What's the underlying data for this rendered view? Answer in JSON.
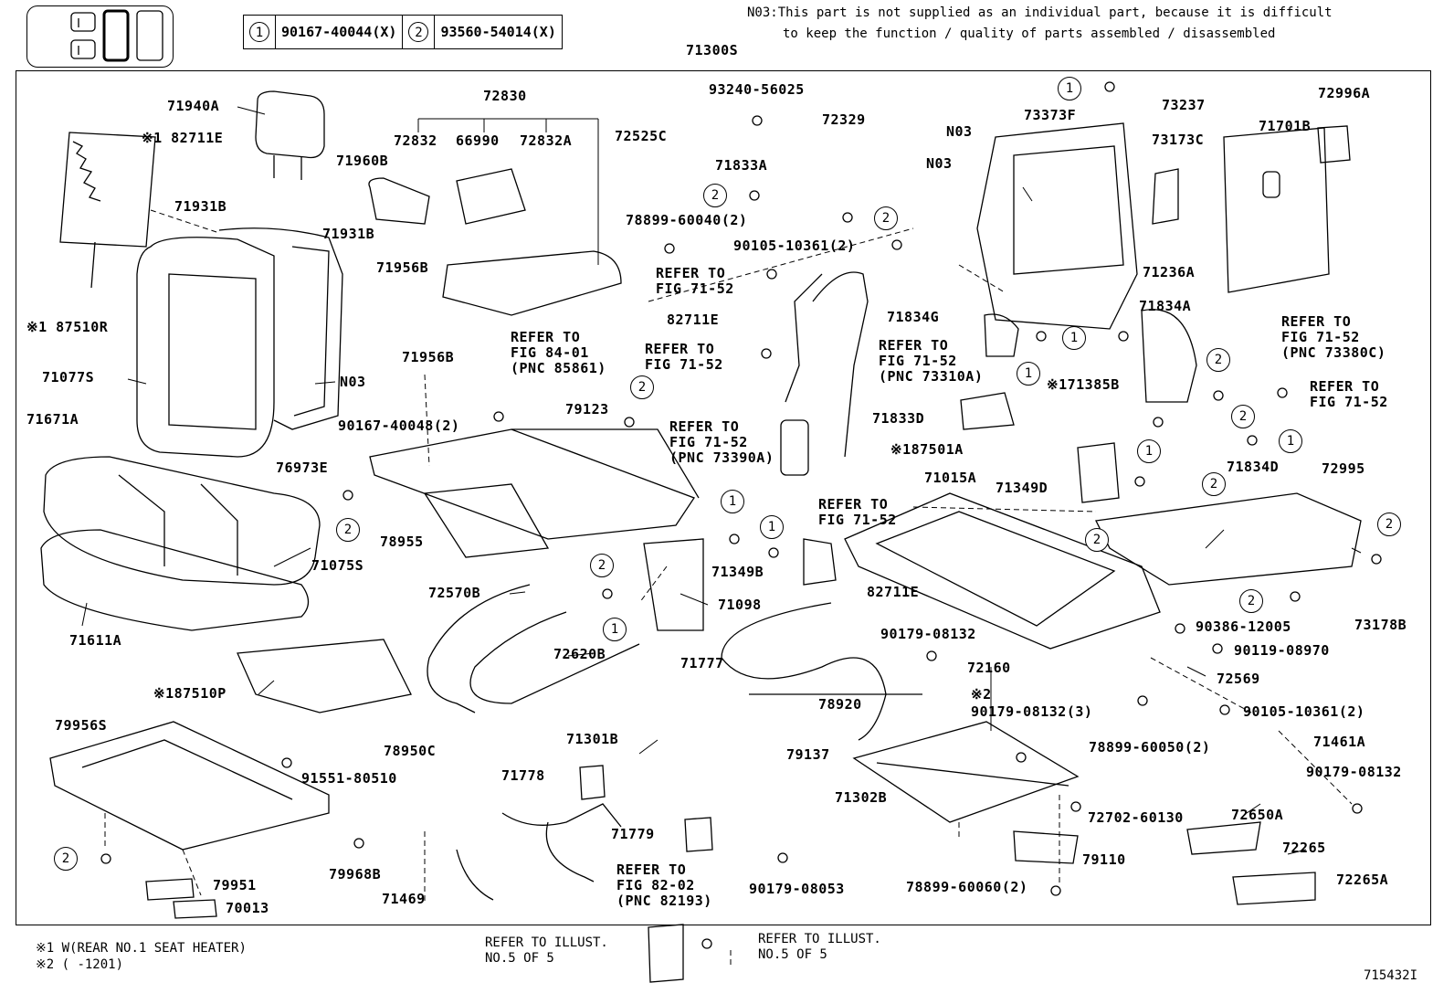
{
  "header": {
    "bolt_table": [
      {
        "ref": "1",
        "part": "90167-40044(X)"
      },
      {
        "ref": "2",
        "part": "93560-54014(X)"
      }
    ],
    "note_line1": "N03:This part is not supplied as an individual part, because it is difficult",
    "note_line2": "to keep the function / quality of parts assembled / disassembled",
    "assembly": "71300S"
  },
  "labels": {
    "p71940A": "71940A",
    "p82711E_top": "※1 82711E",
    "p71931B_a": "71931B",
    "p71931B_b": "71931B",
    "p72830": "72830",
    "p72832": "72832",
    "p66990": "66990",
    "p72832A": "72832A",
    "p71960B": "71960B",
    "p93240": "93240-56025",
    "p72525C": "72525C",
    "p72329": "72329",
    "p71833A": "71833A",
    "pN03_a": "N03",
    "pN03_b": "N03",
    "p73373F": "73373F",
    "p73237": "73237",
    "p72996A": "72996A",
    "p73173C": "73173C",
    "p71701B": "71701B",
    "p78899_60040": "78899-60040(2)",
    "p90105_10361_top": "90105-10361(2)",
    "p71236A": "71236A",
    "p71956B_a": "71956B",
    "p71956B_b": "71956B",
    "p87510R": "※1 87510R",
    "p71077S": "71077S",
    "pN03_c": "N03",
    "p82711E_mid": "82711E",
    "p71834G": "71834G",
    "p71834A": "71834A",
    "p71671A": "71671A",
    "p90167_40048": "90167-40048(2)",
    "p79123": "79123",
    "p71385B": "※171385B",
    "p71833D": "71833D",
    "p87501A": "※187501A",
    "p76973E": "76973E",
    "p71015A": "71015A",
    "p71349D": "71349D",
    "p71834D": "71834D",
    "p72995": "72995",
    "p78955": "78955",
    "p71349B": "71349B",
    "p71075S": "71075S",
    "p72570B": "72570B",
    "p71098": "71098",
    "p82711E_low": "82711E",
    "p71611A": "71611A",
    "p72620B": "72620B",
    "p90179_08132_a": "90179-08132",
    "p90386": "90386-12005",
    "p73178B": "73178B",
    "p90119": "90119-08970",
    "p72569": "72569",
    "p87510P": "※187510P",
    "p71777": "71777",
    "p72160": "72160",
    "p2note": "※2",
    "p90179_08132_3": "90179-08132(3)",
    "p78920": "78920",
    "p90105_10361_low": "90105-10361(2)",
    "p79956S": "79956S",
    "p78950C": "78950C",
    "p71301B": "71301B",
    "p79137": "79137",
    "p78899_60050": "78899-60050(2)",
    "p71461A": "71461A",
    "p91551": "91551-80510",
    "p71778": "71778",
    "p71302B": "71302B",
    "p90179_08132_b": "90179-08132",
    "p72650A": "72650A",
    "p72702": "72702-60130",
    "p71779": "71779",
    "p72265": "72265",
    "p79968B": "79968B",
    "p79110": "79110",
    "p79951": "79951",
    "p90179_08053": "90179-08053",
    "p78899_60060": "78899-60060(2)",
    "p72265A": "72265A",
    "p71469": "71469",
    "p70013": "70013"
  },
  "refer": {
    "r1": [
      "REFER TO",
      "FIG 71-52"
    ],
    "r2": [
      "REFER TO",
      "FIG 84-01",
      "(PNC 85861)"
    ],
    "r3": [
      "REFER TO",
      "FIG 71-52"
    ],
    "r4": [
      "REFER TO",
      "FIG 71-52",
      "(PNC 73310A)"
    ],
    "r5": [
      "REFER TO",
      "FIG 71-52",
      "(PNC 73380C)"
    ],
    "r6": [
      "REFER TO",
      "FIG 71-52"
    ],
    "r7": [
      "REFER TO",
      "FIG 71-52",
      "(PNC 73390A)"
    ],
    "r8": [
      "REFER TO",
      "FIG 71-52"
    ],
    "r9": [
      "REFER TO",
      "FIG 82-02",
      "(PNC 82193)"
    ]
  },
  "footer": {
    "note1": "※1 W(REAR NO.1 SEAT HEATER)",
    "note2": "※2 (      -1201)",
    "illust_left": [
      "REFER TO ILLUST.",
      "NO.5 OF 5"
    ],
    "illust_right": [
      "REFER TO ILLUST.",
      "NO.5 OF 5"
    ],
    "figure_id": "715432I"
  }
}
